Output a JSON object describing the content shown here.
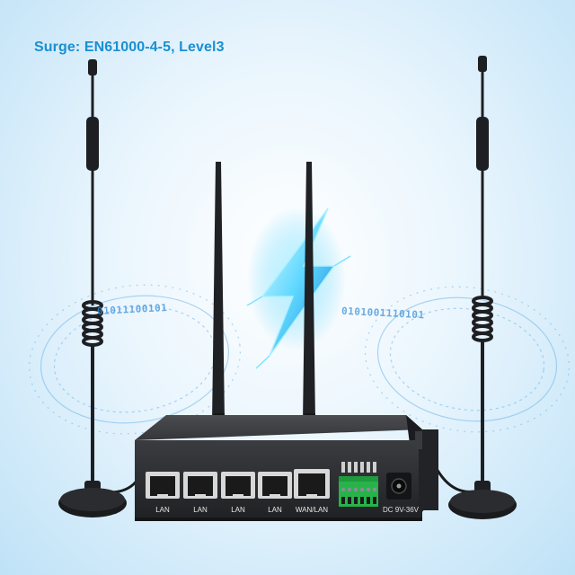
{
  "headline": "Surge: EN61000-4-5, Level3",
  "ports": [
    {
      "label": "LAN"
    },
    {
      "label": "LAN"
    },
    {
      "label": "LAN"
    },
    {
      "label": "LAN"
    },
    {
      "label": "WAN/LAN"
    }
  ],
  "power_label": "DC 9V-36V",
  "binary_stream": {
    "left": "01011100101",
    "right": "0101001110101"
  },
  "colors": {
    "headline": "#1a8fd1",
    "router_body": "#2b2d30",
    "terminal_block": "#27b34a",
    "lightning": "#4fd1ff"
  }
}
